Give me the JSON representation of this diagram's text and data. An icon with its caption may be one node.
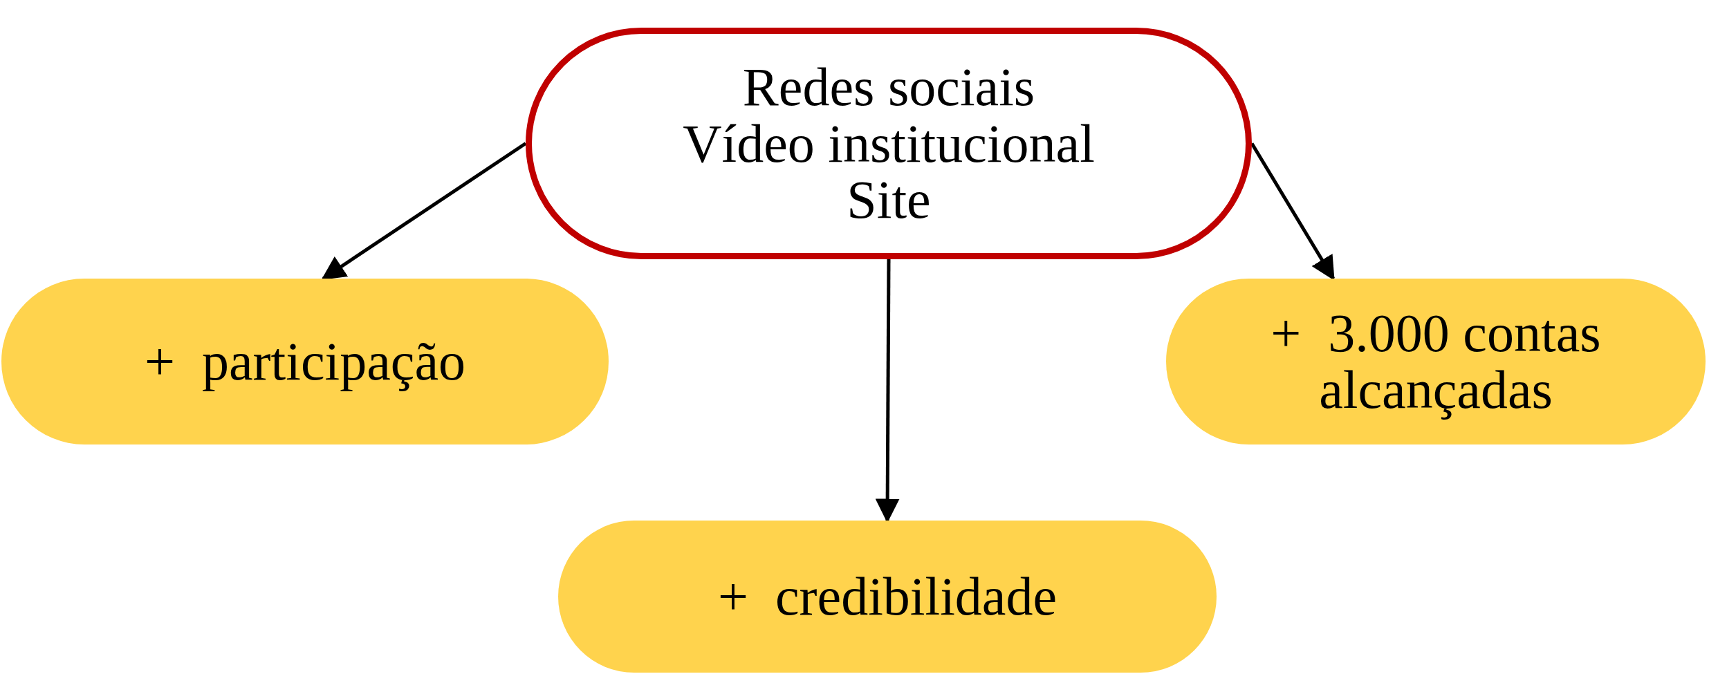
{
  "diagram": {
    "nodes": [
      {
        "text": [
          "Redes sociais",
          "Vídeo institucional",
          "Site"
        ]
      },
      {
        "text": [
          "+  participação"
        ]
      },
      {
        "text": [
          "+  credibilidade"
        ]
      },
      {
        "text": [
          "+  3.000 contas alcançadas"
        ]
      }
    ],
    "edges": [
      {
        "from": 0,
        "to": 1,
        "arrow": "to"
      },
      {
        "from": 0,
        "to": 2,
        "arrow": "to"
      },
      {
        "from": 0,
        "to": 3,
        "arrow": "to"
      }
    ]
  }
}
